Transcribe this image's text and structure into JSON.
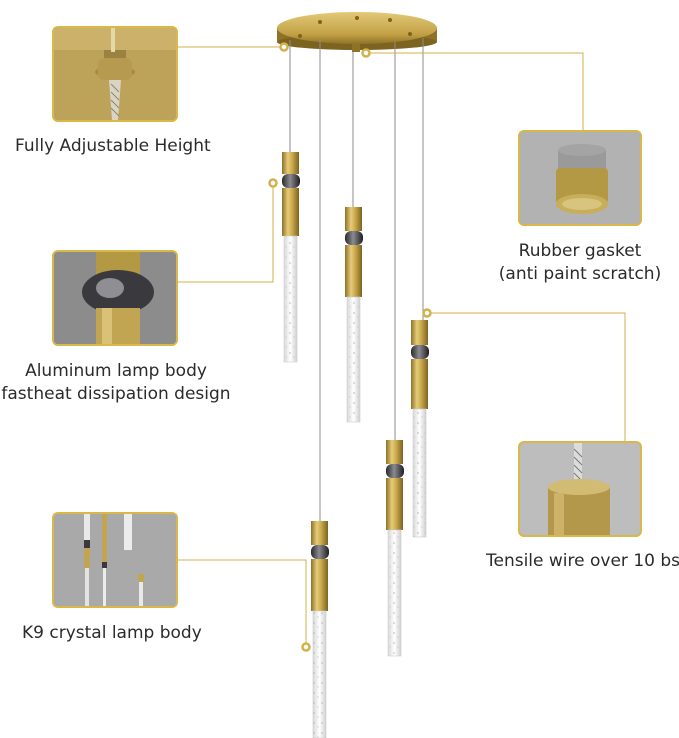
{
  "callouts": {
    "height": {
      "icon": "adjustable-height-detail",
      "label": "Fully Adjustable Height"
    },
    "gasket": {
      "icon": "rubber-gasket-detail",
      "line1": "Rubber gasket",
      "line2": "(anti paint scratch)"
    },
    "body": {
      "icon": "aluminum-body-detail",
      "line1": "Aluminum lamp body",
      "line2": "fastheat dissipation design"
    },
    "wire": {
      "icon": "tensile-wire-detail",
      "label": "Tensile wire over 10 bs"
    },
    "crystal": {
      "icon": "k9-crystal-detail",
      "label": "K9 crystal lamp body"
    }
  },
  "colors": {
    "brass": "#c9a94a",
    "brass_dark": "#8e7227",
    "callout_line": "#d4b04a",
    "text": "#2b2b2b"
  }
}
